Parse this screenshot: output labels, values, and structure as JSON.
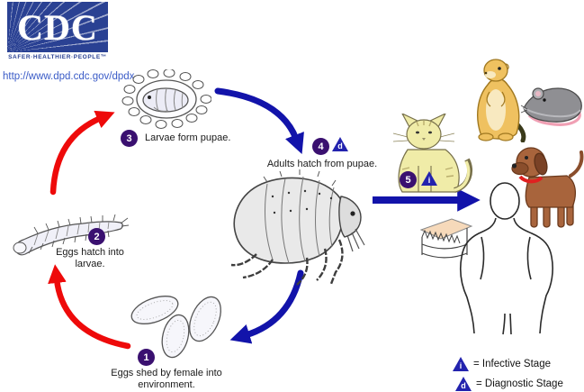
{
  "header": {
    "logo_text": "CDC",
    "tagline": "SAFER·HEALTHIER·PEOPLE™",
    "url": "http://www.dpd.cdc.gov/dpdx"
  },
  "diagram": {
    "stages": [
      {
        "number": "1",
        "label": "Eggs shed by female into environment."
      },
      {
        "number": "2",
        "label": "Eggs hatch into larvae."
      },
      {
        "number": "3",
        "label": "Larvae form pupae."
      },
      {
        "number": "4",
        "label": "Adults hatch from pupae.",
        "marker": "d"
      },
      {
        "number": "5",
        "marker": "i"
      }
    ],
    "figures": [
      "flea-pupae",
      "flea-larva",
      "flea-eggs",
      "adult-flea",
      "cat",
      "prairie-dog",
      "rat",
      "dog",
      "human-silhouette",
      "mattress"
    ]
  },
  "legend": {
    "items": [
      {
        "symbol": "i",
        "label": "= Infective Stage"
      },
      {
        "symbol": "d",
        "label": "= Diagnostic Stage"
      }
    ]
  },
  "colors": {
    "cdc_blue": "#2A4193",
    "link_blue": "#3A5BC7",
    "arrow_red": "#EE0A0A",
    "arrow_blue": "#1213AA",
    "stage_circle_purple": "#3A1070",
    "triangle_blue": "#2323AE"
  }
}
